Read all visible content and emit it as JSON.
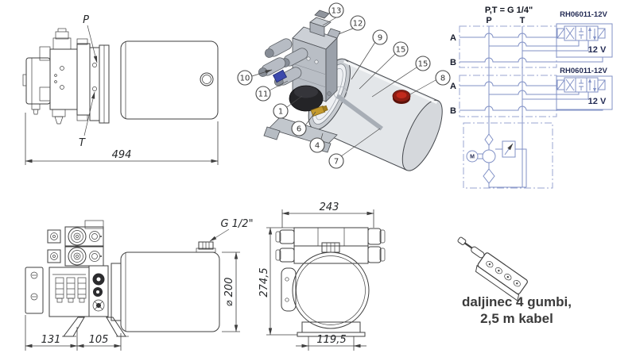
{
  "side_view": {
    "label_p": "P",
    "label_t": "T",
    "dim_width": "494"
  },
  "exploded_view": {
    "balloons": [
      "13",
      "12",
      "9",
      "15",
      "15",
      "8",
      "10",
      "11",
      "1",
      "6",
      "4",
      "7"
    ]
  },
  "schematic": {
    "title": "P,T = G 1/4\"",
    "col_p": "P",
    "col_t": "T",
    "rows": [
      "A",
      "B",
      "A",
      "B"
    ],
    "valve1": {
      "label": "RH06011-12V",
      "voltage": "12 V"
    },
    "valve2": {
      "label": "RH06011-12V",
      "voltage": "12 V"
    },
    "motor_label": "M"
  },
  "front_view": {
    "filler_label": "G 1/2\"",
    "dim_diameter": "⌀ 200",
    "dim_motor": "131",
    "dim_pump": "105"
  },
  "top_view": {
    "dim_width": "243",
    "dim_height": "274,5",
    "dim_base": "119,5"
  },
  "remote": {
    "caption_line1": "daljinec 4 gumbi,",
    "caption_line2": "2,5 m kabel"
  },
  "colors": {
    "schematic_blue": "#8191c6",
    "cap_red": "#b32317",
    "drawing_line": "#3f3f3f"
  }
}
